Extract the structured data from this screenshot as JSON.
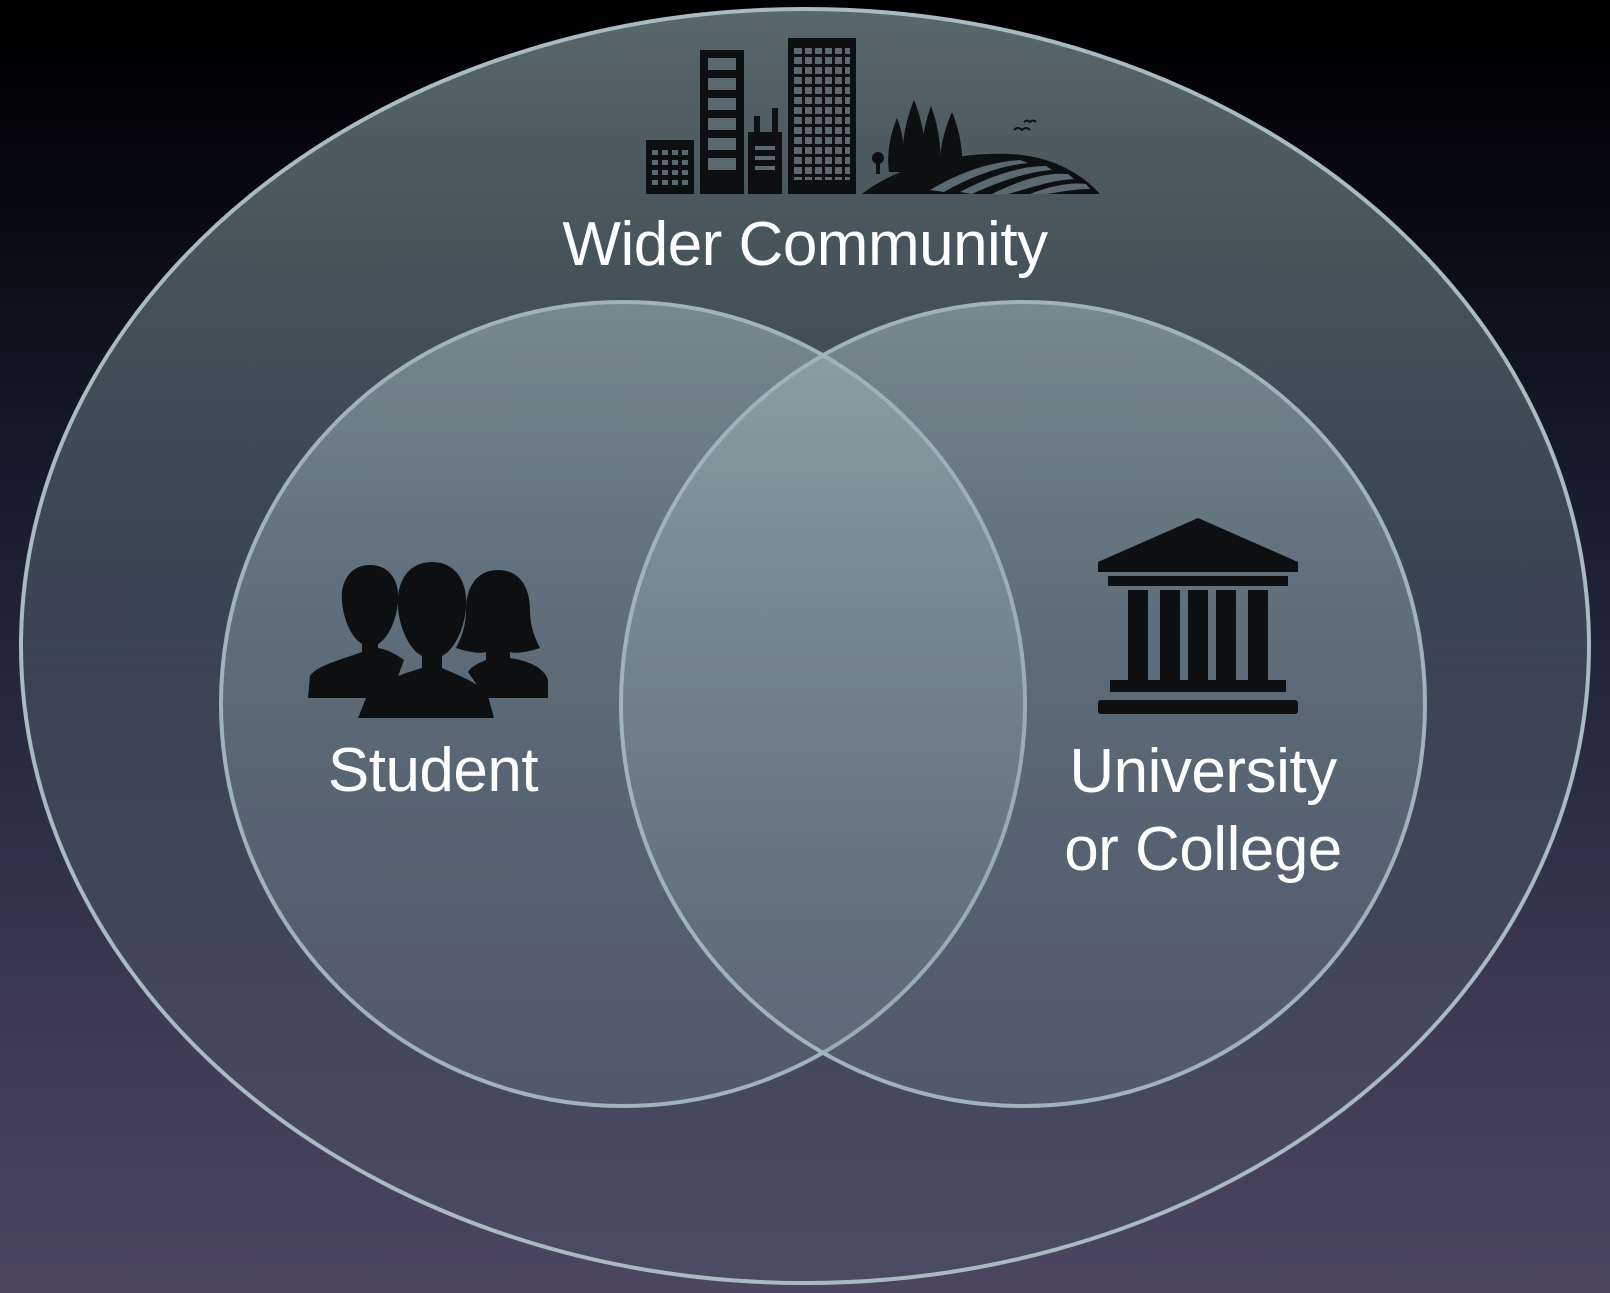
{
  "diagram": {
    "outer": {
      "label": "Wider Community",
      "icon": "city-skyline-icon"
    },
    "left": {
      "label": "Student",
      "icon": "people-group-icon"
    },
    "right": {
      "label_line1": "University",
      "label_line2": "or College",
      "icon": "classical-building-icon"
    }
  },
  "colors": {
    "circle_stroke": "#9fb3bd",
    "outer_fill": "#6a7f85",
    "inner_fill": "#8aa1aa",
    "icon_fill": "#0d0f11",
    "text": "#ffffff"
  }
}
